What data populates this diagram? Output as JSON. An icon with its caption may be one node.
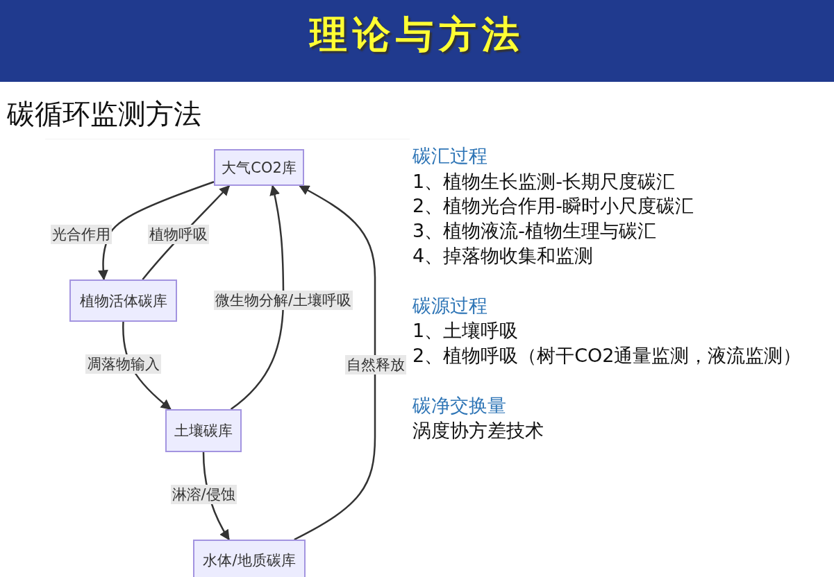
{
  "diagram": {
    "title": "理论与方法",
    "nodes": [
      {
        "text": [
          "大气CO2库"
        ]
      },
      {
        "text": [
          "植物活体碳库"
        ]
      },
      {
        "text": [
          "土壤碳库"
        ]
      },
      {
        "text": [
          "水体/地质碳库"
        ]
      }
    ],
    "edges": [
      {
        "from": 0,
        "to": 1,
        "arrow": "to",
        "label": "光合作用"
      },
      {
        "from": 1,
        "to": 0,
        "arrow": "to",
        "label": "植物呼吸"
      },
      {
        "from": 1,
        "to": 2,
        "arrow": "to",
        "label": "凋落物输入"
      },
      {
        "from": 2,
        "to": 0,
        "arrow": "to",
        "label": "微生物分解/土壤呼吸"
      },
      {
        "from": 2,
        "to": 3,
        "arrow": "to",
        "label": "淋溶/侵蚀"
      },
      {
        "from": 3,
        "to": 0,
        "arrow": "to",
        "label": "自然释放"
      }
    ],
    "labels": [
      "碳循环监测方法",
      "碳汇过程",
      "1、植物生长监测-长期尺度碳汇",
      "2、植物光合作用-瞬时小尺度碳汇",
      "3、植物液流-植物生理与碳汇",
      "4、掉落物收集和监测",
      "碳源过程",
      "1、土壤呼吸",
      "2、植物呼吸（树干CO2通量监测，液流监测）",
      "碳净交换量",
      "涡度协方差技术"
    ]
  }
}
